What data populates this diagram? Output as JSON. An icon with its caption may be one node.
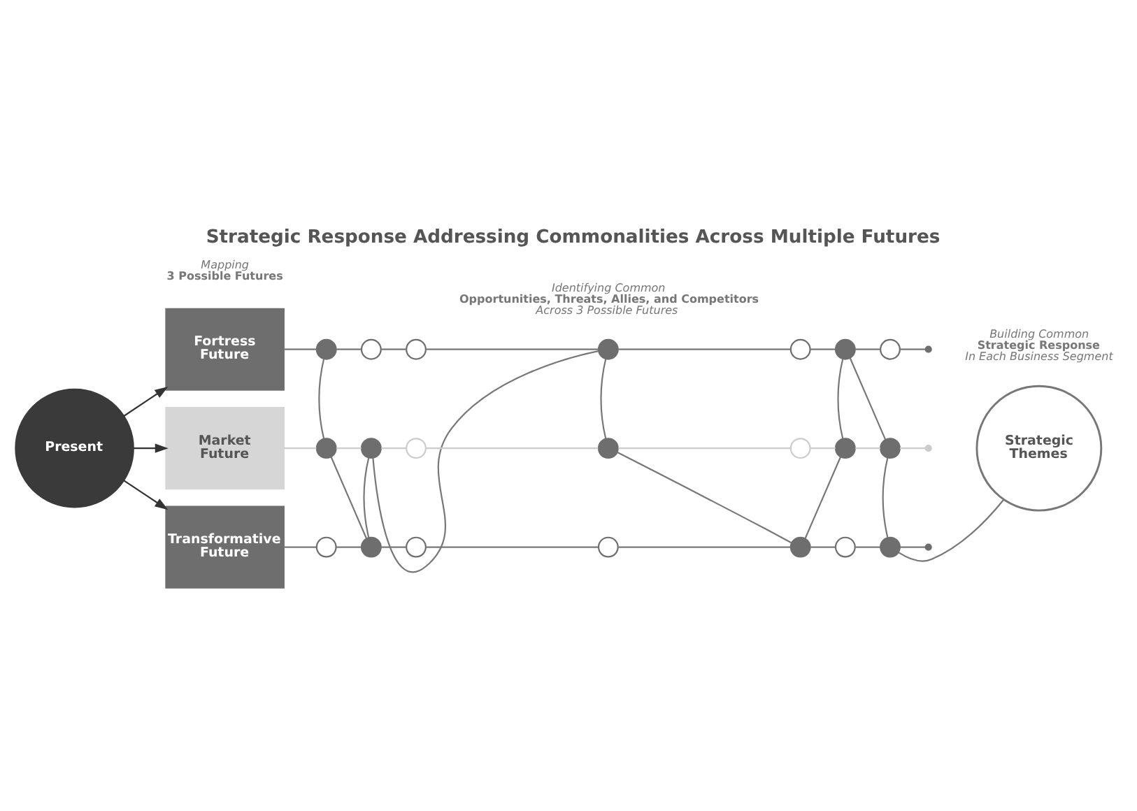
{
  "diagram": {
    "title": "Strategic Response Addressing Commonalities Across Multiple Futures",
    "nodes": [
      {
        "text": [
          "Present"
        ]
      },
      {
        "text": [
          "Fortress Future"
        ]
      },
      {
        "text": [
          "Market Future"
        ]
      },
      {
        "text": [
          "Transformative Future"
        ]
      },
      {
        "text": [],
        "shape": "circle"
      },
      {
        "text": [],
        "shape": "circle"
      },
      {
        "text": [],
        "shape": "circle"
      },
      {
        "text": [],
        "shape": "circle"
      },
      {
        "text": [],
        "shape": "circle"
      },
      {
        "text": [],
        "shape": "circle"
      },
      {
        "text": [],
        "shape": "circle"
      },
      {
        "text": [],
        "shape": "circle"
      },
      {
        "text": [],
        "shape": "circle"
      },
      {
        "text": [],
        "shape": "circle"
      },
      {
        "text": [],
        "shape": "circle"
      },
      {
        "text": [],
        "shape": "circle"
      },
      {
        "text": [],
        "shape": "circle"
      },
      {
        "text": [],
        "shape": "circle"
      },
      {
        "text": [],
        "shape": "circle"
      },
      {
        "text": [],
        "shape": "circle"
      },
      {
        "text": [],
        "shape": "circle"
      },
      {
        "text": [],
        "shape": "circle"
      },
      {
        "text": [],
        "shape": "circle"
      },
      {
        "text": [],
        "shape": "circle"
      },
      {
        "text": [],
        "shape": "circle"
      },
      {
        "text": [],
        "shape": "circle"
      },
      {
        "text": [],
        "shape": "circle"
      },
      {
        "text": [],
        "shape": "circle"
      },
      {
        "text": [
          "Strategic Themes"
        ]
      }
    ],
    "edges": [
      {
        "from": 0,
        "to": 1,
        "arrow": "to",
        "color": "#333333"
      },
      {
        "from": 0,
        "to": 2,
        "arrow": "to",
        "color": "#333333"
      },
      {
        "from": 0,
        "to": 3,
        "arrow": "to",
        "color": "#333333"
      },
      {
        "from": 1,
        "to": 4,
        "arrow": "none"
      },
      {
        "from": 4,
        "to": 5,
        "arrow": "none"
      },
      {
        "from": 5,
        "to": 6,
        "arrow": "none"
      },
      {
        "from": 6,
        "to": 7,
        "arrow": "none"
      },
      {
        "from": 7,
        "to": 8,
        "arrow": "none"
      },
      {
        "from": 8,
        "to": 9,
        "arrow": "none"
      },
      {
        "from": 9,
        "to": 10,
        "arrow": "none"
      },
      {
        "from": 10,
        "to": 11,
        "arrow": "none"
      },
      {
        "from": 2,
        "to": 12,
        "arrow": "none",
        "color": "#cccccc"
      },
      {
        "from": 12,
        "to": 13,
        "arrow": "none",
        "color": "#cccccc"
      },
      {
        "from": 13,
        "to": 14,
        "arrow": "none",
        "color": "#cccccc"
      },
      {
        "from": 14,
        "to": 15,
        "arrow": "none",
        "color": "#cccccc"
      },
      {
        "from": 15,
        "to": 16,
        "arrow": "none",
        "color": "#cccccc"
      },
      {
        "from": 16,
        "to": 17,
        "arrow": "none",
        "color": "#cccccc"
      },
      {
        "from": 17,
        "to": 18,
        "arrow": "none",
        "color": "#cccccc"
      },
      {
        "from": 18,
        "to": 19,
        "arrow": "none",
        "color": "#cccccc"
      },
      {
        "from": 3,
        "to": 20,
        "arrow": "none"
      },
      {
        "from": 20,
        "to": 21,
        "arrow": "none"
      },
      {
        "from": 21,
        "to": 22,
        "arrow": "none"
      },
      {
        "from": 22,
        "to": 23,
        "arrow": "none"
      },
      {
        "from": 23,
        "to": 24,
        "arrow": "none"
      },
      {
        "from": 24,
        "to": 25,
        "arrow": "none"
      },
      {
        "from": 25,
        "to": 26,
        "arrow": "none"
      },
      {
        "from": 26,
        "to": 27,
        "arrow": "none"
      },
      {
        "from": 4,
        "to": 12,
        "arrow": "none"
      },
      {
        "from": 7,
        "to": 13,
        "arrow": "none"
      },
      {
        "from": 7,
        "to": 15,
        "arrow": "none"
      },
      {
        "from": 9,
        "to": 17,
        "arrow": "none"
      },
      {
        "from": 9,
        "to": 18,
        "arrow": "none"
      },
      {
        "from": 12,
        "to": 21,
        "arrow": "none"
      },
      {
        "from": 13,
        "to": 21,
        "arrow": "none"
      },
      {
        "from": 15,
        "to": 24,
        "arrow": "none"
      },
      {
        "from": 17,
        "to": 24,
        "arrow": "none"
      },
      {
        "from": 18,
        "to": 26,
        "arrow": "none"
      },
      {
        "from": 26,
        "to": 28,
        "arrow": "none"
      }
    ],
    "labels": [
      "Mapping",
      "3 Possible Futures",
      "Identifying Common",
      "Opportunities, Threats, Allies, and Competitors",
      "Across 3 Possible Futures",
      "Building Common",
      "Strategic Response",
      "In Each Business Segment"
    ]
  }
}
